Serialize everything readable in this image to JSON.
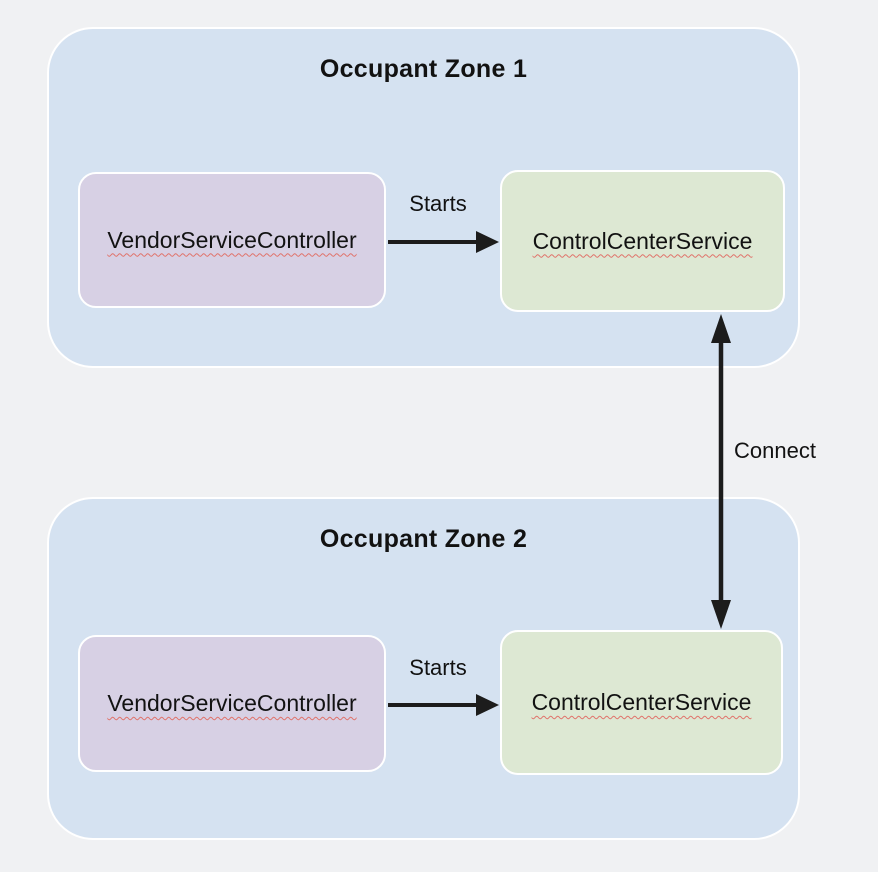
{
  "diagram": {
    "zones": [
      {
        "title": "Occupant Zone 1",
        "vendor_service_label": "VendorServiceController",
        "control_center_label": "ControlCenterService",
        "starts_arrow_label": "Starts"
      },
      {
        "title": "Occupant Zone 2",
        "vendor_service_label": "VendorServiceController",
        "control_center_label": "ControlCenterService",
        "starts_arrow_label": "Starts"
      }
    ],
    "connect_arrow_label": "Connect",
    "colors": {
      "page_background": "#F0F1F3",
      "zone_fill": "#D5E2F1",
      "vendor_box_fill": "#D7D0E4",
      "control_box_fill": "#DDE8D3",
      "box_border": "#FFFFFF",
      "arrow_color": "#1C1C1C",
      "text_color": "#121212",
      "misspell_underline": "#E0726A"
    }
  }
}
